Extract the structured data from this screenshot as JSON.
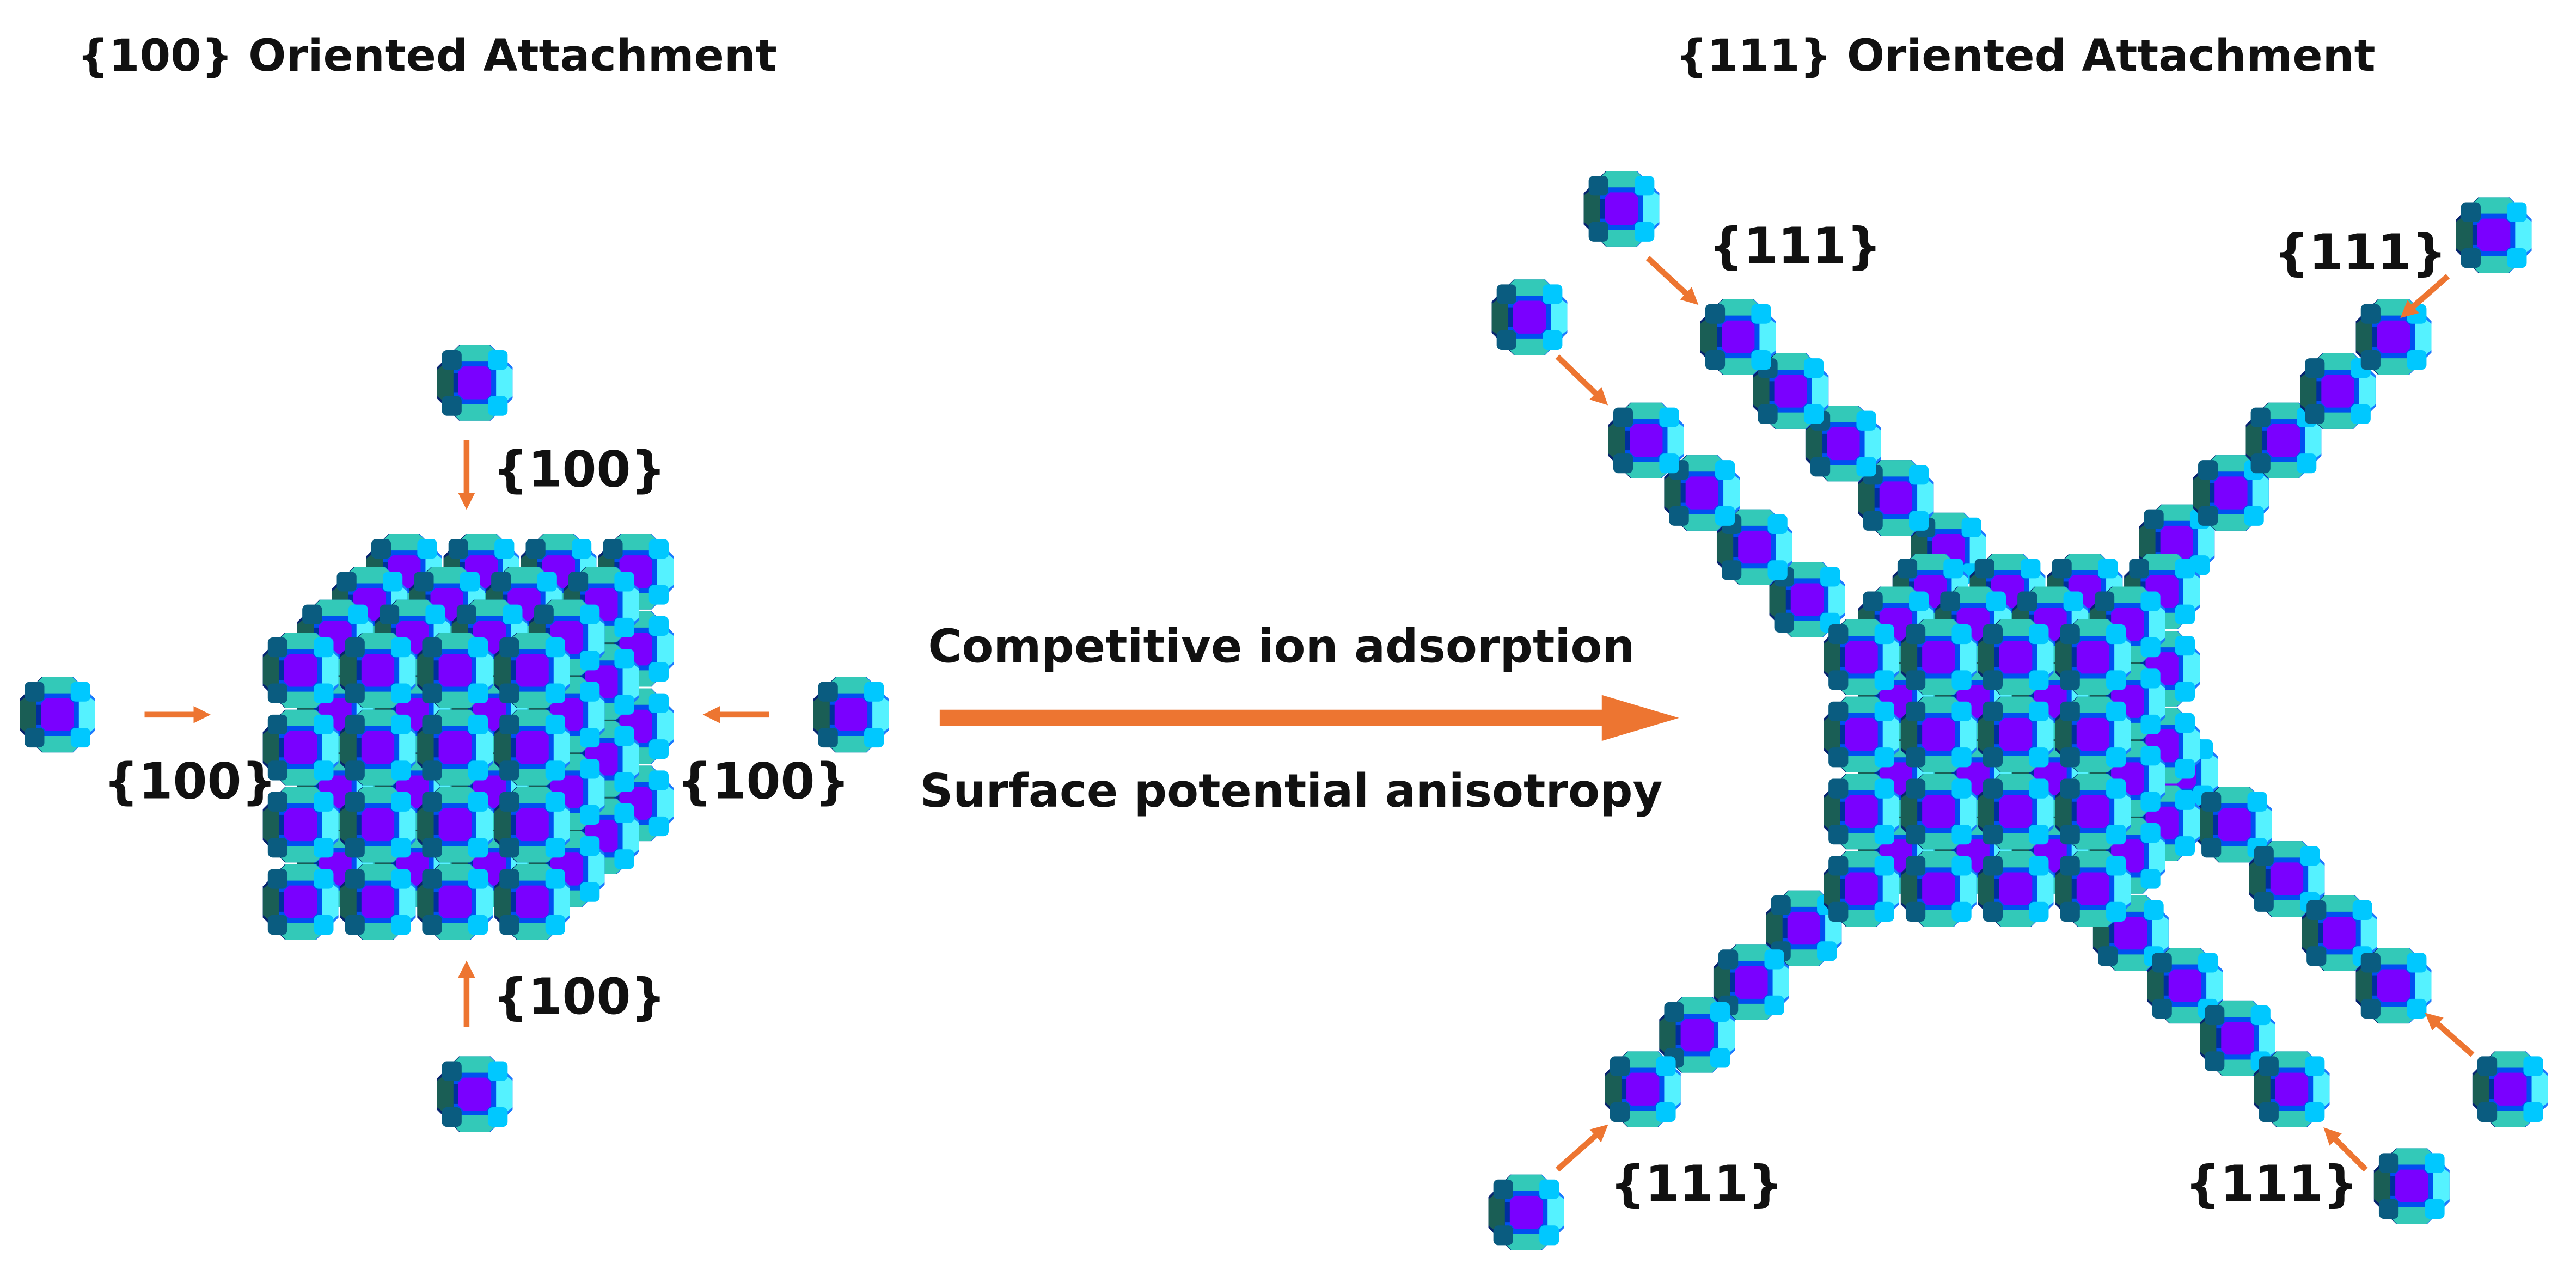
{
  "titles": {
    "left": "{100} Oriented Attachment",
    "right": "{111} Oriented Attachment"
  },
  "left_labels": {
    "top": "{100}",
    "left": "{100}",
    "right": "{100}",
    "bottom": "{100}"
  },
  "right_labels": {
    "upper_left": "{111}",
    "upper_right": "{111}",
    "lower_left": "{111}",
    "lower_right": "{111}"
  },
  "transition": {
    "top_text": "Competitive ion adsorption",
    "bottom_text": "Surface potential anisotropy"
  },
  "colors": {
    "arrow": "#ed7531",
    "particle_core": "#7a00ff",
    "particle_shell": "#0a3fb8"
  }
}
